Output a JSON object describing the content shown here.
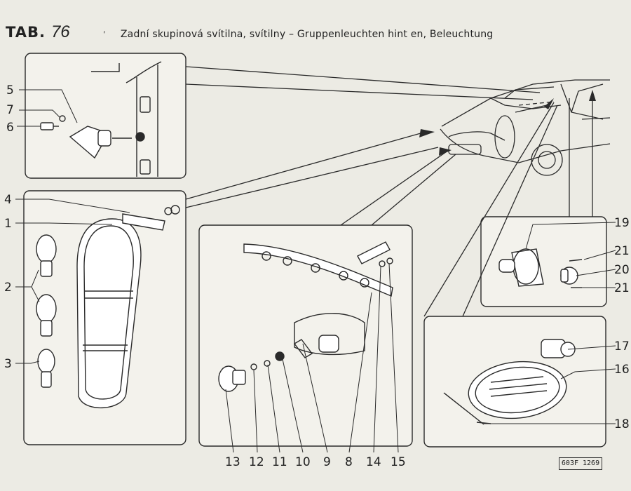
{
  "header": {
    "tab_label": "TAB.",
    "tab_number": "76",
    "mark": "′",
    "title": "Zadní skupinová svítilna, svítilny – Gruppenleuchten hint en, Beleuchtung"
  },
  "reference_code": "603F 1269",
  "part_numbers": [
    "1",
    "2",
    "3",
    "4",
    "5",
    "6",
    "7",
    "8",
    "9",
    "10",
    "11",
    "12",
    "13",
    "14",
    "15",
    "16",
    "17",
    "18",
    "19",
    "20",
    "21"
  ],
  "colors": {
    "ink": "#2a2a2a",
    "paper": "#ecebe4",
    "panel": "#f3f2ec"
  }
}
